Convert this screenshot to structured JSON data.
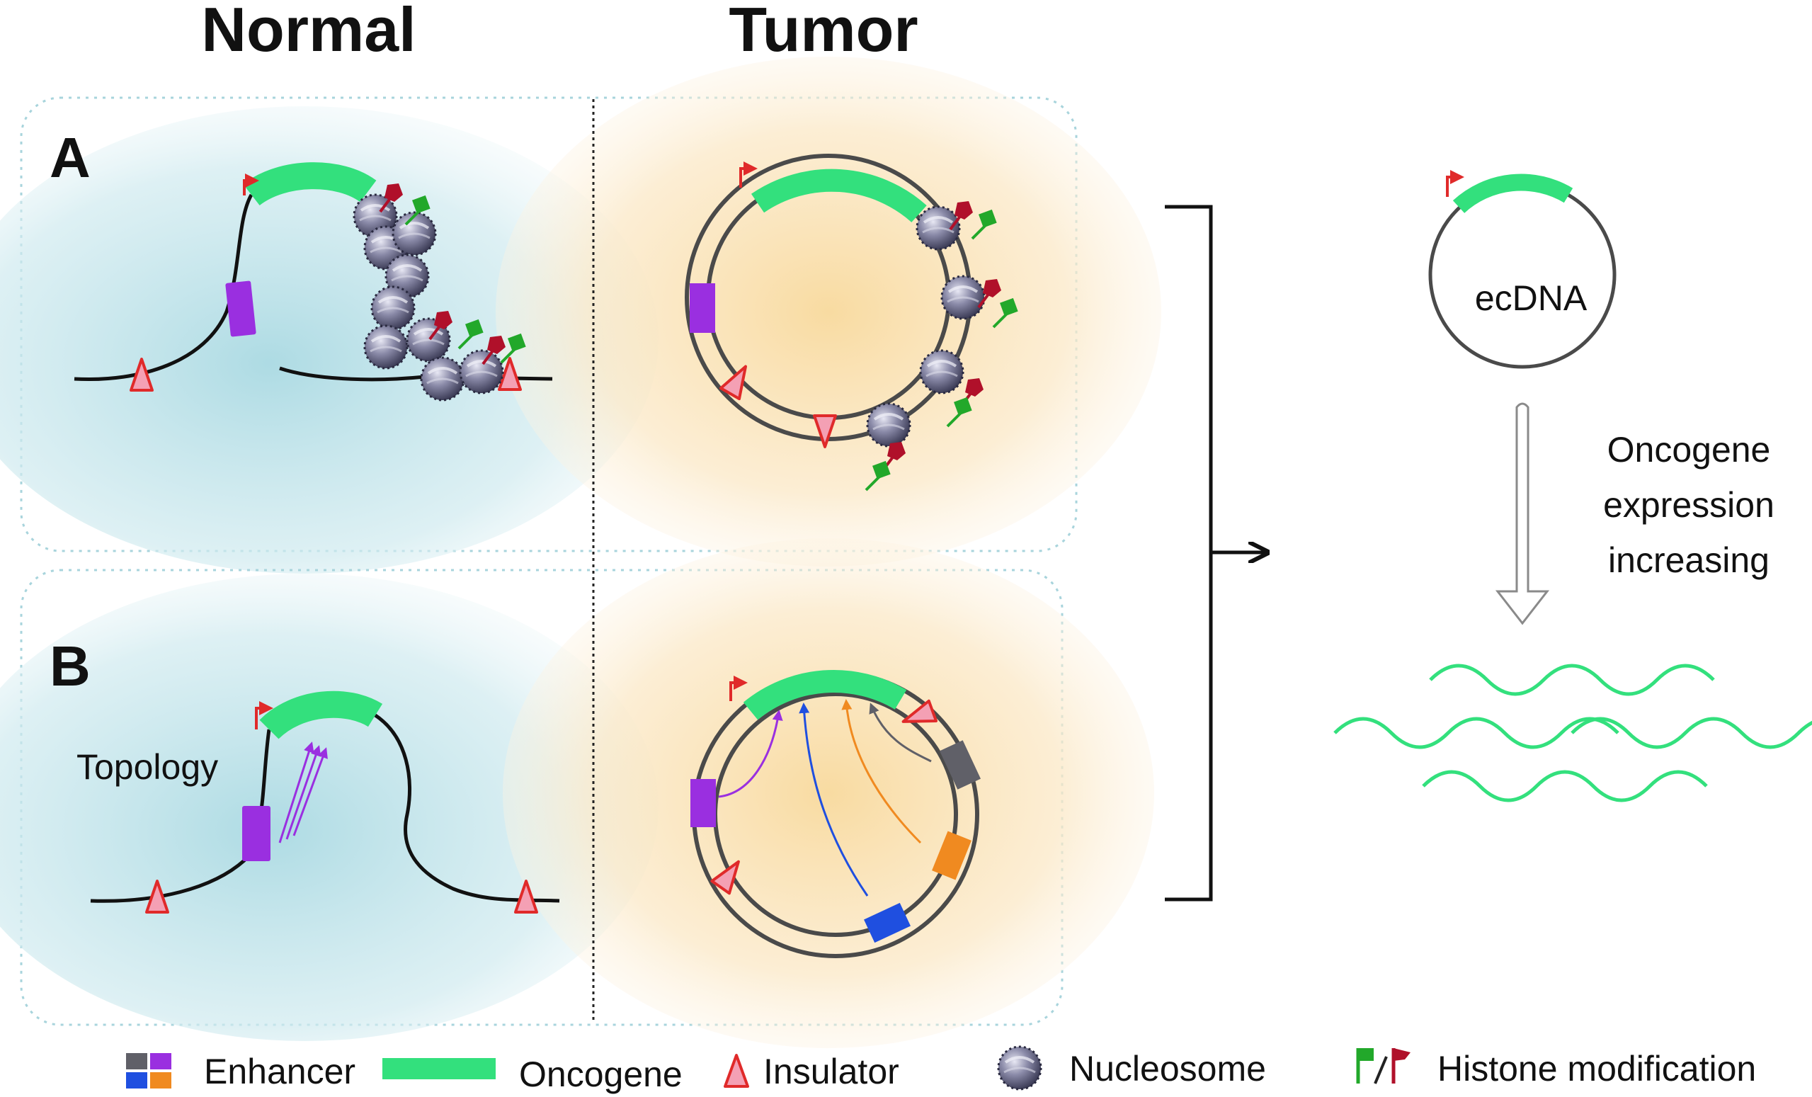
{
  "headings": {
    "normal": "Normal",
    "tumor": "Tumor"
  },
  "panels": {
    "a": "A",
    "b": "B"
  },
  "labels": {
    "topology": "Topology",
    "ecdna": "ecDNA",
    "expression": [
      "Oncogene",
      "expression",
      "increasing"
    ]
  },
  "legend": {
    "enhancer": "Enhancer",
    "oncogene": "Oncogene",
    "insulator": "Insulator",
    "nucleosome": "Nucleosome",
    "histone": "Histone modification"
  },
  "colors": {
    "oncogene": "#33e07d",
    "enhancer_purple": "#9a2fe0",
    "enhancer_gray": "#606068",
    "enhancer_blue": "#1f4fe0",
    "enhancer_orange": "#f08a20",
    "insulator_fill": "#f4a0b4",
    "insulator_stroke": "#e02a2a",
    "normal_bg": "#bfe3ea",
    "tumor_bg": "#fbe5bd",
    "histone_green": "#22a82a",
    "histone_red": "#b0102a"
  }
}
